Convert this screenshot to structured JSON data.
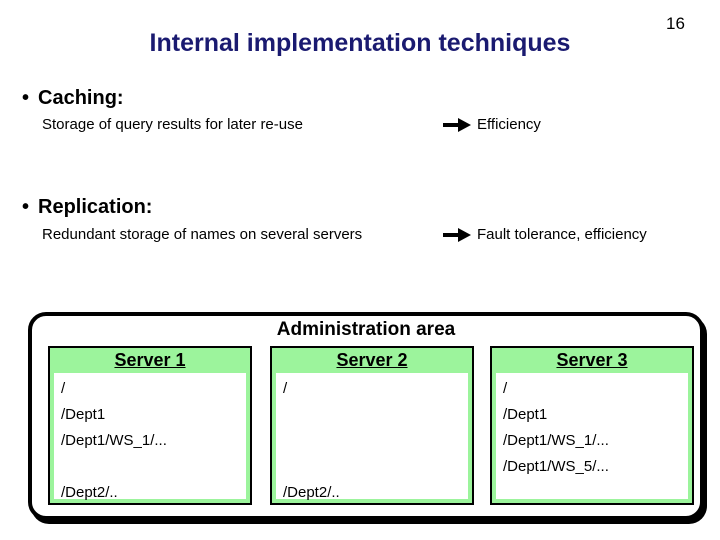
{
  "page": {
    "number": "16"
  },
  "title": "Internal implementation techniques",
  "colors": {
    "title_navy": "#1a1a70",
    "server_header_green": "#9cf49c",
    "border_black": "#000000",
    "background": "#ffffff"
  },
  "icons": {
    "bullet": "•",
    "arrow_right": "➔"
  },
  "bullets": [
    {
      "bullet": "•",
      "heading": "Caching:",
      "description": "Storage of query results for later re-use",
      "result": "Efficiency"
    },
    {
      "bullet": "•",
      "heading": "Replication:",
      "description": "Redundant storage of names on several servers",
      "result": "Fault tolerance, efficiency"
    }
  ],
  "admin": {
    "title": "Administration area",
    "servers": [
      {
        "name": "Server 1",
        "entries": [
          "/",
          "/Dept1",
          "/Dept1/WS_1/...",
          "",
          "/Dept2/.."
        ]
      },
      {
        "name": "Server 2",
        "entries": [
          "/",
          "",
          "",
          "",
          "/Dept2/.."
        ]
      },
      {
        "name": "Server 3",
        "entries": [
          "/",
          "/Dept1",
          "/Dept1/WS_1/...",
          "/Dept1/WS_5/...",
          ""
        ]
      }
    ]
  }
}
